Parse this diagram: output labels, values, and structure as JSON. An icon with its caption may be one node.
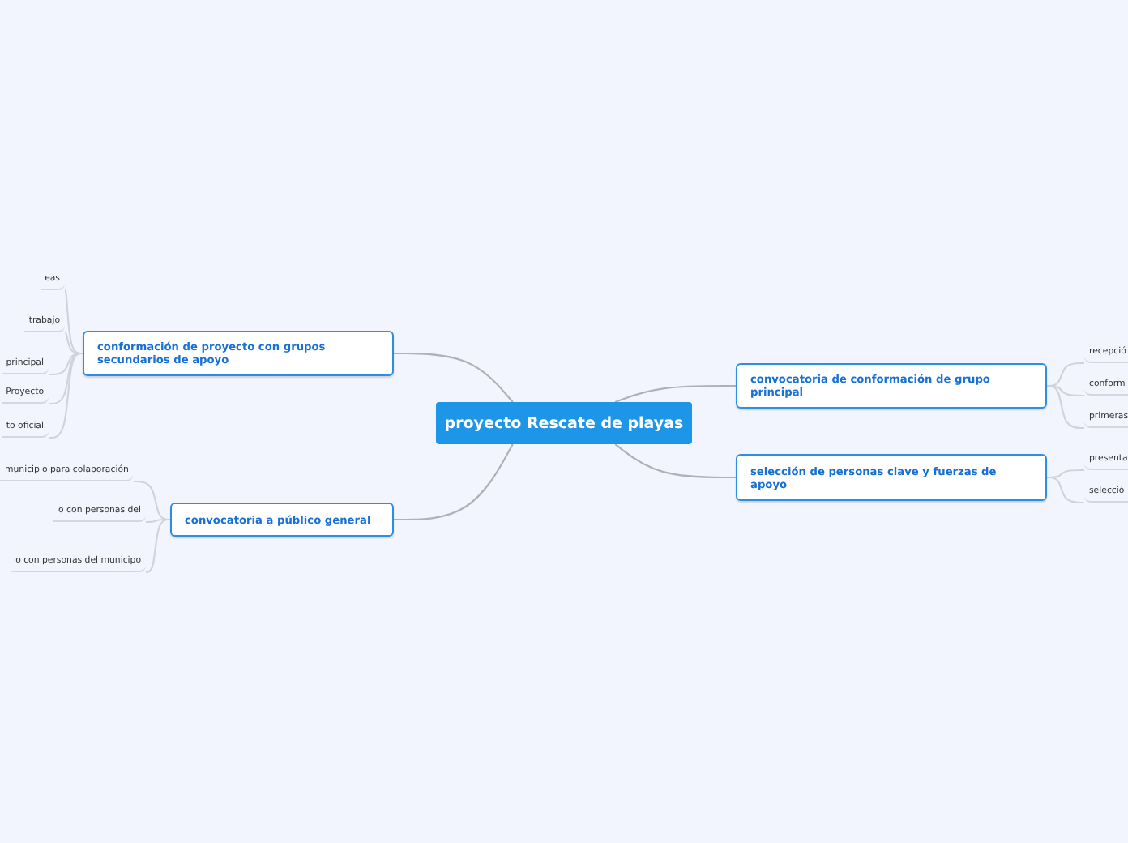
{
  "diagram": {
    "nodes": [
      {
        "text": [
          "proyecto Rescate de playas"
        ]
      },
      {
        "text": [
          "conformación de proyecto con grupos secundarios de apoyo"
        ]
      },
      {
        "text": [
          "eas"
        ]
      },
      {
        "text": [
          "trabajo"
        ]
      },
      {
        "text": [
          "principal"
        ]
      },
      {
        "text": [
          "Proyecto"
        ]
      },
      {
        "text": [
          "to oficial"
        ]
      },
      {
        "text": [
          "convocatoria a público general"
        ]
      },
      {
        "text": [
          "municipio para colaboración"
        ]
      },
      {
        "text": [
          "o con personas del"
        ]
      },
      {
        "text": [
          "o con personas del municipo"
        ]
      },
      {
        "text": [
          "convocatoria de conformación de grupo principal"
        ]
      },
      {
        "text": [
          "recepció"
        ]
      },
      {
        "text": [
          "conform"
        ]
      },
      {
        "text": [
          "primeras"
        ]
      },
      {
        "text": [
          "selección de personas clave y fuerzas de apoyo"
        ]
      },
      {
        "text": [
          "presenta"
        ]
      },
      {
        "text": [
          "selecció"
        ]
      }
    ],
    "edges": [
      {
        "from": 0,
        "to": 1,
        "arrow": "none"
      },
      {
        "from": 0,
        "to": 7,
        "arrow": "none"
      },
      {
        "from": 0,
        "to": 11,
        "arrow": "none"
      },
      {
        "from": 0,
        "to": 15,
        "arrow": "none"
      },
      {
        "from": 1,
        "to": 2,
        "arrow": "none"
      },
      {
        "from": 1,
        "to": 3,
        "arrow": "none"
      },
      {
        "from": 1,
        "to": 4,
        "arrow": "none"
      },
      {
        "from": 1,
        "to": 5,
        "arrow": "none"
      },
      {
        "from": 1,
        "to": 6,
        "arrow": "none"
      },
      {
        "from": 7,
        "to": 8,
        "arrow": "none"
      },
      {
        "from": 7,
        "to": 9,
        "arrow": "none"
      },
      {
        "from": 7,
        "to": 10,
        "arrow": "none"
      },
      {
        "from": 11,
        "to": 12,
        "arrow": "none"
      },
      {
        "from": 11,
        "to": 13,
        "arrow": "none"
      },
      {
        "from": 11,
        "to": 14,
        "arrow": "none"
      },
      {
        "from": 15,
        "to": 16,
        "arrow": "none"
      },
      {
        "from": 15,
        "to": 17,
        "arrow": "none"
      }
    ]
  }
}
